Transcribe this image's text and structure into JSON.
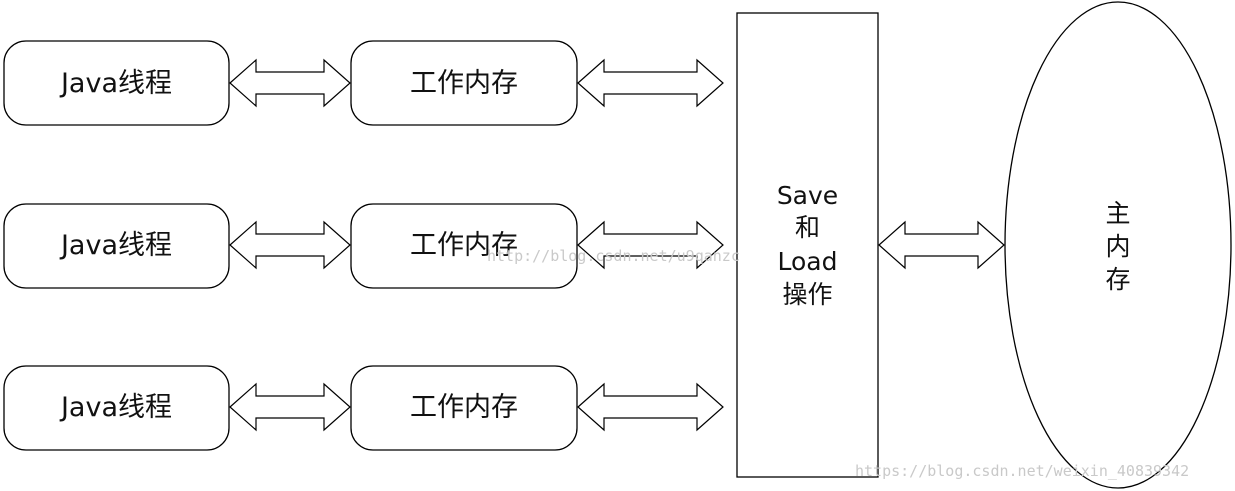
{
  "threads": [
    {
      "thread_label": "Java线程",
      "memory_label": "工作内存"
    },
    {
      "thread_label": "Java线程",
      "memory_label": "工作内存"
    },
    {
      "thread_label": "Java线程",
      "memory_label": "工作内存"
    }
  ],
  "save_load": {
    "lines": [
      "Save",
      "和",
      "Load",
      "操作"
    ]
  },
  "main_memory": {
    "lines": [
      "主",
      "内",
      "存"
    ]
  },
  "watermarks": [
    "http://blog.csdn.net/u9qanzc",
    "https://blog.csdn.net/weixin_40839342"
  ],
  "colors": {
    "stroke": "#000000",
    "fill": "#ffffff",
    "text": "#111111",
    "watermark": "#c9c9c9"
  }
}
